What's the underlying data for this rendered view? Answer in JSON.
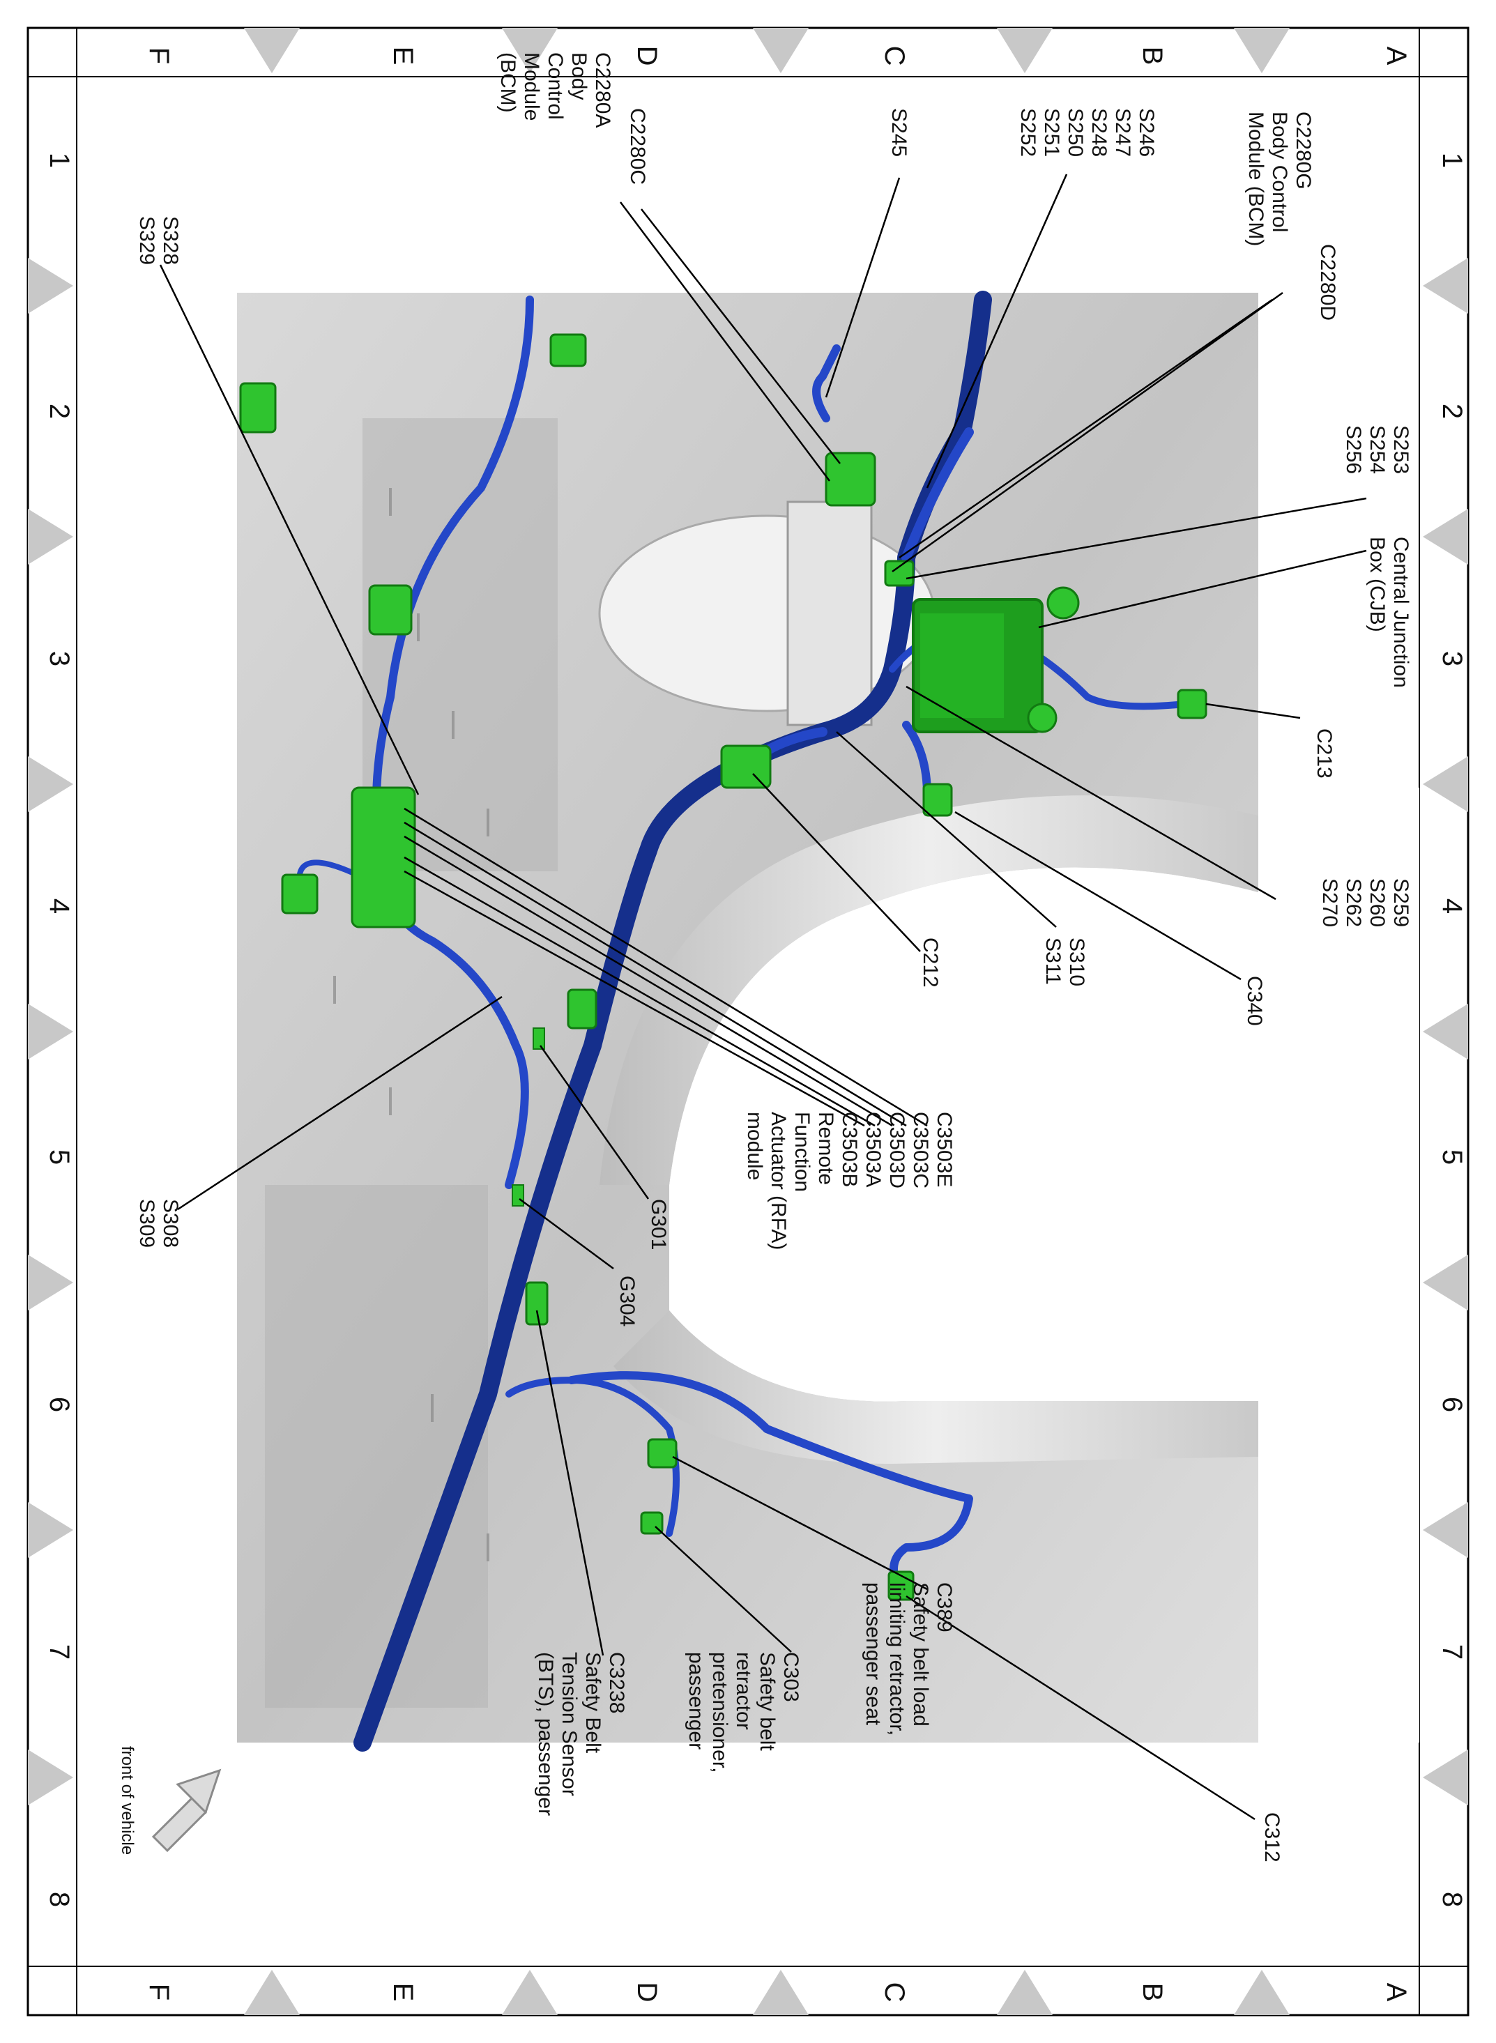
{
  "grid": {
    "rows": [
      "A",
      "B",
      "C",
      "D",
      "E",
      "F"
    ],
    "cols": [
      "1",
      "2",
      "3",
      "4",
      "5",
      "6",
      "7",
      "8"
    ]
  },
  "colors": {
    "harness": "#2447c8",
    "harness_dark": "#152f8c",
    "connector": "#2fc42f",
    "connector_dark": "#127a12",
    "cjb": "#1e9e1e",
    "body_panel": "#cfcfcf",
    "body_light": "#e9e9e9",
    "marker": "#c8c8c8"
  },
  "orientation": {
    "label": "front of vehicle"
  },
  "callouts": [
    {
      "id": "c2280d",
      "lines": [
        "C2280D"
      ]
    },
    {
      "id": "c2280g",
      "lines": [
        "C2280G",
        "Body Control",
        "Module (BCM)"
      ]
    },
    {
      "id": "s246",
      "lines": [
        "S246",
        "S247",
        "S248",
        "S250",
        "S251",
        "S252"
      ]
    },
    {
      "id": "s245",
      "lines": [
        "S245"
      ]
    },
    {
      "id": "c2280c",
      "lines": [
        "C2280C"
      ]
    },
    {
      "id": "c2280a",
      "lines": [
        "C2280A",
        "Body",
        "Control",
        "Module",
        "(BCM)"
      ]
    },
    {
      "id": "s328",
      "lines": [
        "S328",
        "S329"
      ]
    },
    {
      "id": "s253",
      "lines": [
        "S253",
        "S254",
        "S256"
      ]
    },
    {
      "id": "cjb",
      "lines": [
        "Central Junction",
        "Box (CJB)"
      ]
    },
    {
      "id": "c213",
      "lines": [
        "C213"
      ]
    },
    {
      "id": "s259",
      "lines": [
        "S259",
        "S260",
        "S262",
        "S270"
      ]
    },
    {
      "id": "c340",
      "lines": [
        "C340"
      ]
    },
    {
      "id": "s310",
      "lines": [
        "S310",
        "S311"
      ]
    },
    {
      "id": "c212",
      "lines": [
        "C212"
      ]
    },
    {
      "id": "rfa",
      "lines": [
        "C3503E",
        "C3503C",
        "C3503D",
        "C3503A",
        "C3503B",
        "Remote",
        "Function",
        "Actuator (RFA)",
        "module"
      ]
    },
    {
      "id": "g301",
      "lines": [
        "G301"
      ]
    },
    {
      "id": "g304",
      "lines": [
        "G304"
      ]
    },
    {
      "id": "s308",
      "lines": [
        "S308",
        "S309"
      ]
    },
    {
      "id": "c312",
      "lines": [
        "C312"
      ]
    },
    {
      "id": "c389",
      "lines": [
        "C389",
        "Safety belt load",
        "limiting retractor,",
        "passenger seat"
      ]
    },
    {
      "id": "c303",
      "lines": [
        "C303",
        "Safety belt",
        "retractor",
        "pretensioner,",
        "passenger"
      ]
    },
    {
      "id": "c3238",
      "lines": [
        "C3238",
        "Safety Belt",
        "Tension Sensor",
        "(BTS), passenger"
      ]
    }
  ]
}
